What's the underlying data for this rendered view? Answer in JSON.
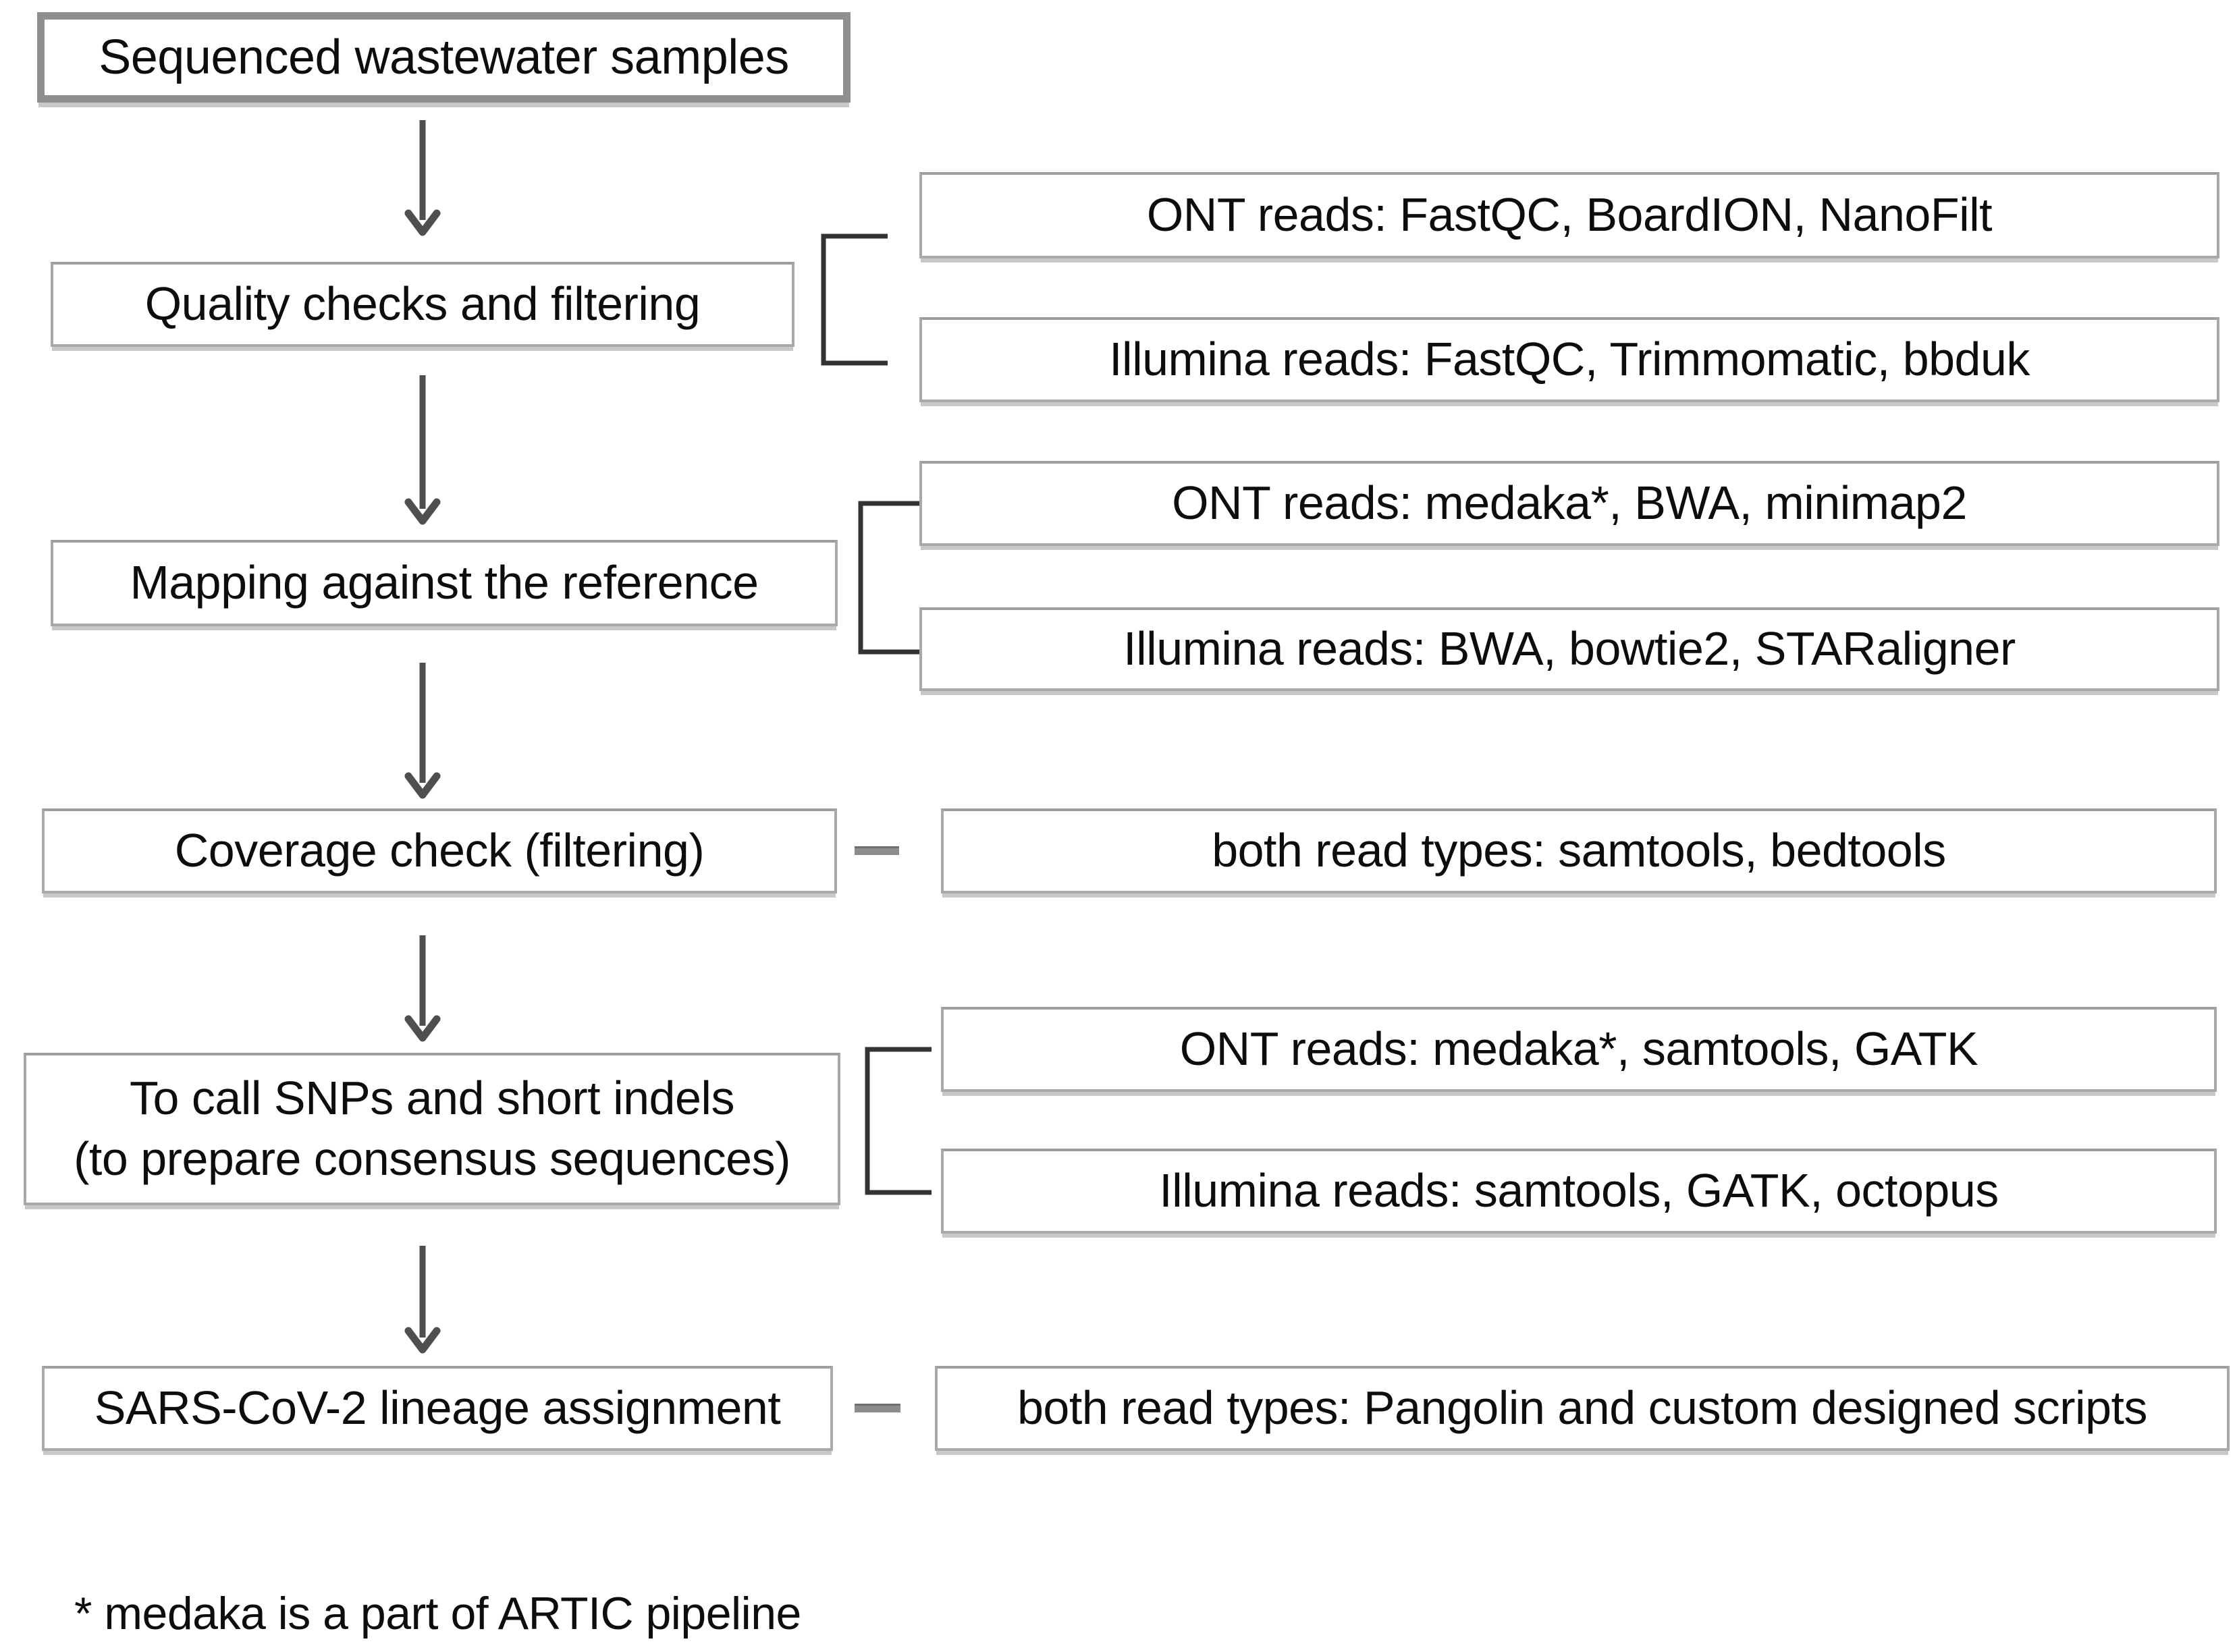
{
  "colors": {
    "background": "#ffffff",
    "text": "#0d0d0d",
    "box_border": "#a9a9a9",
    "box_shadow": "#c8c8c8",
    "start_border": "#8f8f8f",
    "connector": "#4f4f4f",
    "bracket": "#333333"
  },
  "start": {
    "label": "Sequenced wastewater samples"
  },
  "steps": [
    {
      "label": "Quality checks and filtering",
      "tools": [
        "ONT reads: FastQC, BoardION, NanoFilt",
        "Illumina reads: FastQC, Trimmomatic, bbduk"
      ]
    },
    {
      "label": "Mapping against the reference",
      "tools": [
        "ONT reads: medaka*, BWA, minimap2",
        "Illumina reads: BWA, bowtie2, STARaligner"
      ]
    },
    {
      "label": "Coverage check (filtering)",
      "tools": [
        "both read types: samtools, bedtools"
      ]
    },
    {
      "label": "To call SNPs and short indels\n(to prepare consensus sequences)",
      "tools": [
        "ONT reads: medaka*, samtools, GATK",
        "Illumina reads: samtools, GATK, octopus"
      ]
    },
    {
      "label": "SARS-CoV-2 lineage assignment",
      "tools": [
        "both read types: Pangolin and custom designed scripts"
      ]
    }
  ],
  "footnote": "* medaka is a part of ARTIC pipeline"
}
